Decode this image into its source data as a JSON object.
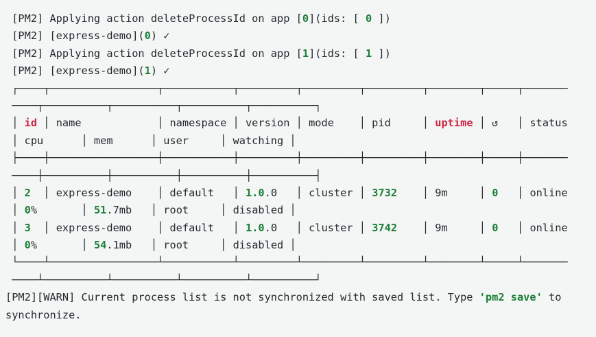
{
  "colors": {
    "background": "#f4f5f5",
    "text": "#24292e",
    "green": "#1a7f37",
    "red": "#d12445"
  },
  "process_table": {
    "columns": [
      "id",
      "name",
      "namespace",
      "version",
      "mode",
      "pid",
      "uptime",
      "↺",
      "status",
      "cpu",
      "mem",
      "user",
      "watching"
    ],
    "rows": [
      [
        "2",
        "express-demo",
        "default",
        "1.0.0",
        "cluster",
        "3732",
        "9m",
        "0",
        "online",
        "0%",
        "51.7mb",
        "root",
        "disabled"
      ],
      [
        "3",
        "express-demo",
        "default",
        "1.0.0",
        "cluster",
        "3742",
        "9m",
        "0",
        "online",
        "0%",
        "54.1mb",
        "root",
        "disabled"
      ]
    ]
  },
  "warning_text": "[PM2][WARN] Current process list is not synchronized with saved list. Type 'pm2 save' to synchronize.",
  "terminal": {
    "lines": [
      {
        "name": "action-delete-app-0",
        "segments": [
          [
            " [PM2] Applying action deleteProcessId on app [",
            "t"
          ],
          [
            "0",
            "g"
          ],
          [
            "](ids: [ ",
            "t"
          ],
          [
            "0",
            "g"
          ],
          [
            " ])",
            "t"
          ]
        ]
      },
      {
        "name": "action-result-app-0",
        "segments": [
          [
            " [PM2] [express-demo](",
            "t"
          ],
          [
            "0",
            "g"
          ],
          [
            ") ✓",
            "t"
          ]
        ]
      },
      {
        "name": "action-delete-app-1",
        "segments": [
          [
            " [PM2] Applying action deleteProcessId on app [",
            "t"
          ],
          [
            "1",
            "g"
          ],
          [
            "](ids: [ ",
            "t"
          ],
          [
            "1",
            "g"
          ],
          [
            " ])",
            "t"
          ]
        ]
      },
      {
        "name": "action-result-app-1",
        "segments": [
          [
            " [PM2] [express-demo](",
            "t"
          ],
          [
            "1",
            "g"
          ],
          [
            ") ✓",
            "t"
          ]
        ]
      },
      {
        "name": "table-border-top-1",
        "segments": [
          [
            " ┌────┬─────────────────┬───────────┬─────────┬─────────┬─────────┬────────┬─────┬───────",
            "t"
          ]
        ]
      },
      {
        "name": "table-border-top-2",
        "segments": [
          [
            " ────┬──────────┬──────────┬──────────┬──────────┐",
            "t"
          ]
        ]
      },
      {
        "name": "table-header-row-1",
        "segments": [
          [
            " │ ",
            "t"
          ],
          [
            "id",
            "r"
          ],
          [
            " │ name            │ namespace │ version │ mode    │ pid     │ ",
            "t"
          ],
          [
            "uptime",
            "r"
          ],
          [
            " │ ↺   │ status",
            "t"
          ]
        ]
      },
      {
        "name": "table-header-row-2",
        "segments": [
          [
            " │ cpu      │ mem      │ user     │ watching │",
            "t"
          ]
        ]
      },
      {
        "name": "table-border-mid-1",
        "segments": [
          [
            " ├────┼─────────────────┼───────────┼─────────┼─────────┼─────────┼────────┼─────┼───────",
            "t"
          ]
        ]
      },
      {
        "name": "table-border-mid-2",
        "segments": [
          [
            " ────┼──────────┼──────────┼──────────┼──────────┤",
            "t"
          ]
        ]
      },
      {
        "name": "table-row-1-part-1",
        "segments": [
          [
            " │ ",
            "t"
          ],
          [
            "2",
            "g"
          ],
          [
            "  │ express-demo    │ default   │ ",
            "t"
          ],
          [
            "1.0",
            "g"
          ],
          [
            ".0   │ cluster │ ",
            "t"
          ],
          [
            "3732",
            "g"
          ],
          [
            "    │ 9m     │ ",
            "t"
          ],
          [
            "0",
            "g"
          ],
          [
            "   │ online",
            "t"
          ]
        ]
      },
      {
        "name": "table-row-1-part-2",
        "segments": [
          [
            " │ ",
            "t"
          ],
          [
            "0",
            "g"
          ],
          [
            "%       │ ",
            "t"
          ],
          [
            "51",
            "g"
          ],
          [
            ".7mb   │ root     │ disabled │",
            "t"
          ]
        ]
      },
      {
        "name": "table-row-2-part-1",
        "segments": [
          [
            " │ ",
            "t"
          ],
          [
            "3",
            "g"
          ],
          [
            "  │ express-demo    │ default   │ ",
            "t"
          ],
          [
            "1.0",
            "g"
          ],
          [
            ".0   │ cluster │ ",
            "t"
          ],
          [
            "3742",
            "g"
          ],
          [
            "    │ 9m     │ ",
            "t"
          ],
          [
            "0",
            "g"
          ],
          [
            "   │ online",
            "t"
          ]
        ]
      },
      {
        "name": "table-row-2-part-2",
        "segments": [
          [
            " │ ",
            "t"
          ],
          [
            "0",
            "g"
          ],
          [
            "%       │ ",
            "t"
          ],
          [
            "54",
            "g"
          ],
          [
            ".1mb   │ root     │ disabled │",
            "t"
          ]
        ]
      },
      {
        "name": "table-border-bottom-1",
        "segments": [
          [
            " └────┴─────────────────┴───────────┴─────────┴─────────┴─────────┴────────┴─────┴───────",
            "t"
          ]
        ]
      },
      {
        "name": "table-border-bottom-2",
        "segments": [
          [
            " ────┴──────────┴──────────┴──────────┴──────────┘",
            "t"
          ]
        ]
      },
      {
        "name": "warning-line-1",
        "segments": [
          [
            "[PM2][WARN] Current process list is not synchronized with saved list. Type ",
            "t"
          ],
          [
            "'pm2 save'",
            "g"
          ],
          [
            " to",
            "t"
          ]
        ]
      },
      {
        "name": "warning-line-2",
        "segments": [
          [
            "synchronize.",
            "t"
          ]
        ]
      }
    ]
  }
}
